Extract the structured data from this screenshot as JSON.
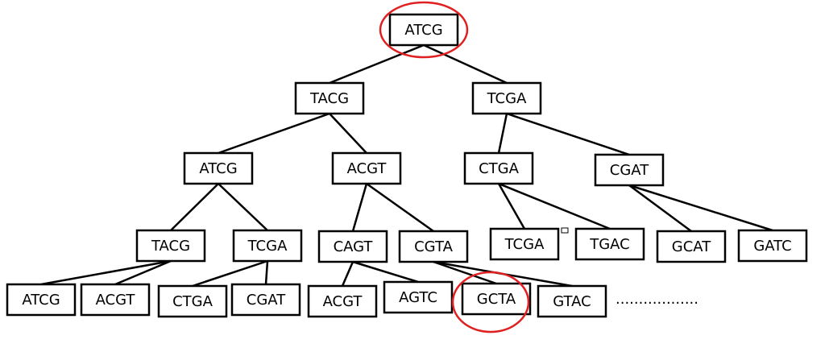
{
  "nodes": [
    {
      "id": "root",
      "label": "ATCG"
    },
    {
      "id": "n1",
      "label": "TACG"
    },
    {
      "id": "n2",
      "label": "TCGA"
    },
    {
      "id": "n3",
      "label": "ATCG"
    },
    {
      "id": "n4",
      "label": "ACGT"
    },
    {
      "id": "n5",
      "label": "CTGA"
    },
    {
      "id": "n6",
      "label": "CGAT"
    },
    {
      "id": "n7",
      "label": "TACG"
    },
    {
      "id": "n8",
      "label": "TCGA"
    },
    {
      "id": "n9",
      "label": "CAGT"
    },
    {
      "id": "n10",
      "label": "CGTA"
    },
    {
      "id": "n11",
      "label": "TCGA"
    },
    {
      "id": "n12",
      "label": "TGAC"
    },
    {
      "id": "n13",
      "label": "GCAT"
    },
    {
      "id": "n14",
      "label": "GATC"
    },
    {
      "id": "n15",
      "label": "ATCG"
    },
    {
      "id": "n16",
      "label": "ACGT"
    },
    {
      "id": "n17",
      "label": "CTGA"
    },
    {
      "id": "n18",
      "label": "CGAT"
    },
    {
      "id": "n19",
      "label": "ACGT"
    },
    {
      "id": "n20",
      "label": "AGTC"
    },
    {
      "id": "n21",
      "label": "GCTA"
    },
    {
      "id": "n22",
      "label": "GTAC"
    }
  ],
  "edges": [
    [
      "root",
      "n1"
    ],
    [
      "root",
      "n2"
    ],
    [
      "n1",
      "n3"
    ],
    [
      "n1",
      "n4"
    ],
    [
      "n2",
      "n5"
    ],
    [
      "n2",
      "n6"
    ],
    [
      "n3",
      "n7"
    ],
    [
      "n3",
      "n8"
    ],
    [
      "n4",
      "n9"
    ],
    [
      "n4",
      "n10"
    ],
    [
      "n5",
      "n11"
    ],
    [
      "n5",
      "n12"
    ],
    [
      "n6",
      "n13"
    ],
    [
      "n6",
      "n14"
    ],
    [
      "n7",
      "n15"
    ],
    [
      "n7",
      "n16"
    ],
    [
      "n8",
      "n17"
    ],
    [
      "n8",
      "n18"
    ],
    [
      "n9",
      "n19"
    ],
    [
      "n9",
      "n20"
    ],
    [
      "n10",
      "n21"
    ],
    [
      "n10",
      "n22"
    ]
  ],
  "highlighted": [
    "root",
    "n21"
  ],
  "continuation": "..................",
  "colors": {
    "highlight": "#e02020",
    "line": "#000000"
  }
}
